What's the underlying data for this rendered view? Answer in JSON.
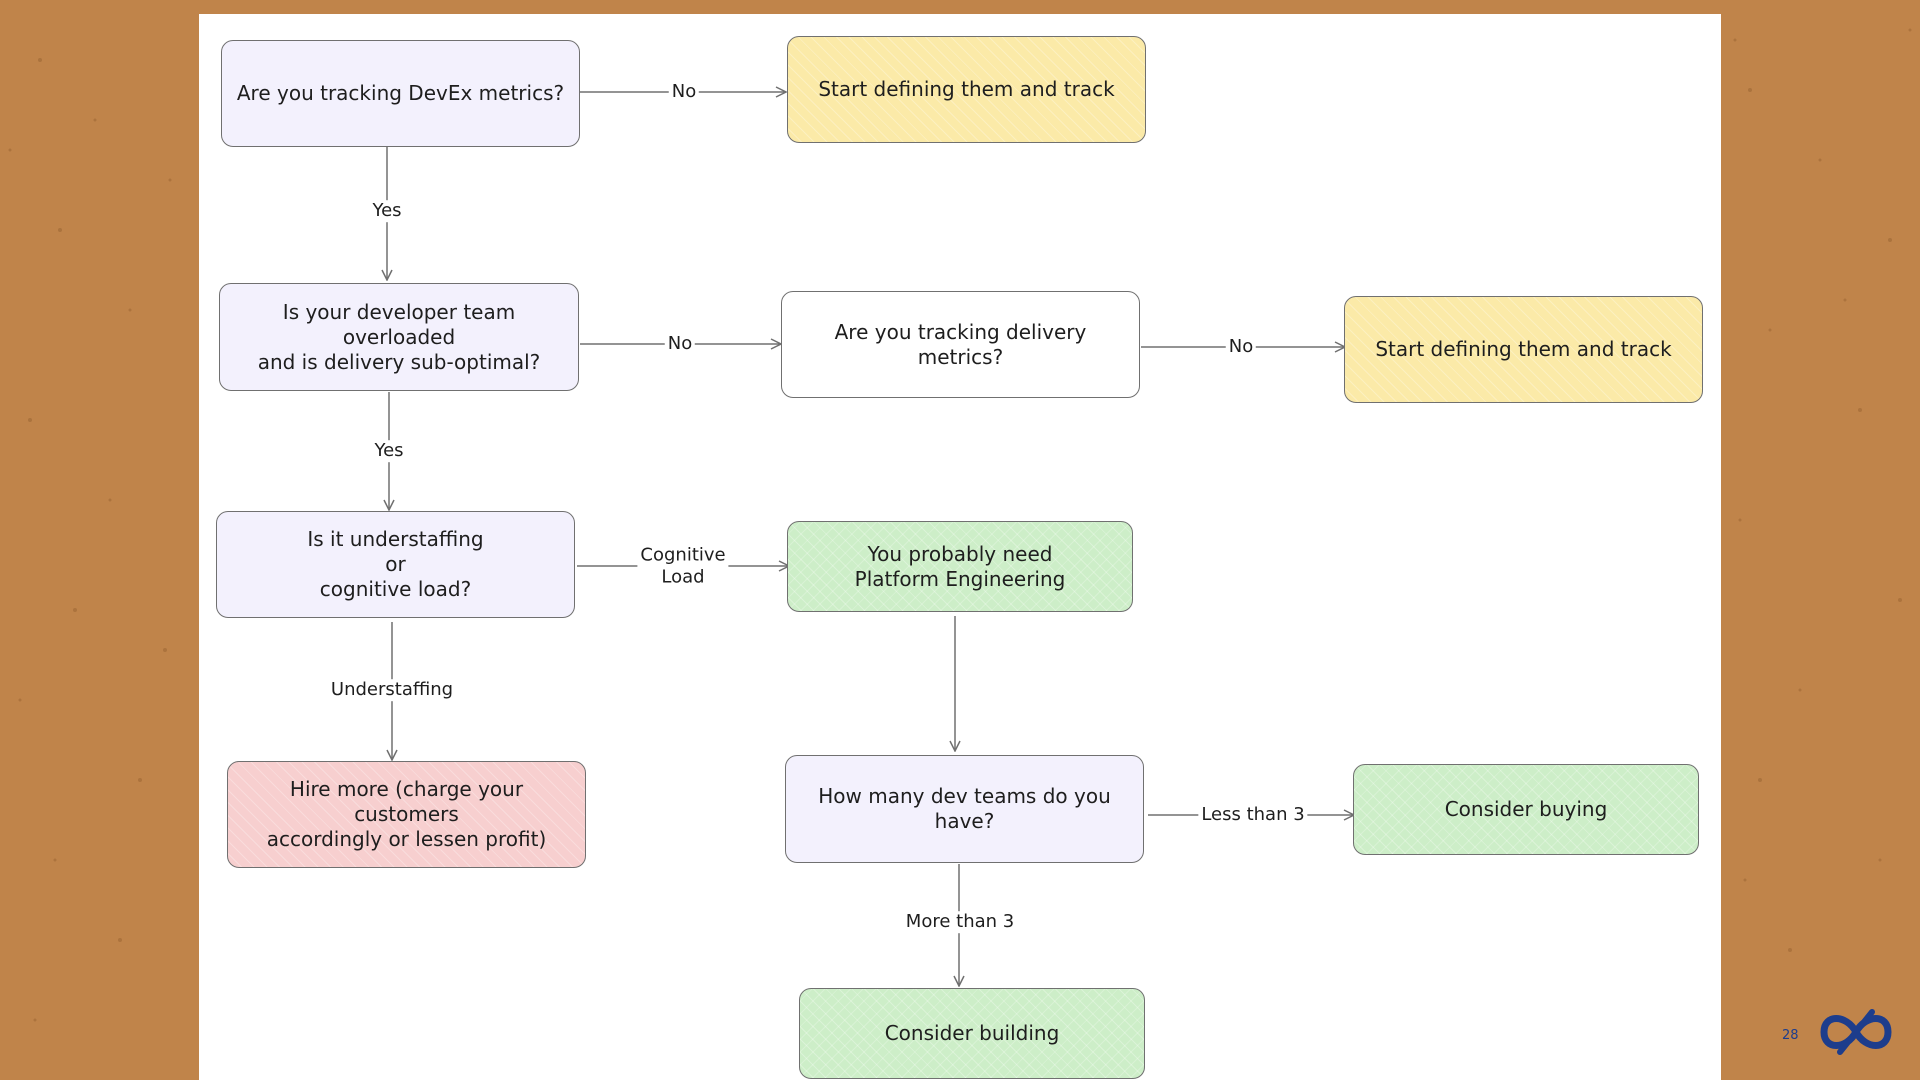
{
  "nodes": {
    "devex_question": "Are you tracking DevEx metrics?",
    "start_tracking_devex": "Start defining them and track",
    "overloaded_question": "Is your developer team overloaded\nand is delivery sub-optimal?",
    "delivery_question": "Are you tracking delivery metrics?",
    "start_tracking_delivery": "Start defining them and track",
    "understaffing_question": "Is it understaffing\nor\ncognitive load?",
    "platform_engineering": "You probably need\nPlatform Engineering",
    "hire_more": "Hire more (charge your customers\naccordingly or lessen profit)",
    "dev_teams_question": "How many dev teams do you have?",
    "consider_buying": "Consider buying",
    "consider_building": "Consider building"
  },
  "edge_labels": {
    "devex_no": "No",
    "devex_yes": "Yes",
    "overloaded_no": "No",
    "delivery_no": "No",
    "overloaded_yes": "Yes",
    "cognitive_load": "Cognitive\nLoad",
    "understaffing": "Understaffing",
    "less_than_3": "Less than 3",
    "more_than_3": "More than 3"
  },
  "footer": {
    "page_number": "28",
    "logo_icon": "infinity-loop-logo-icon"
  },
  "colors": {
    "background": "#c0844a",
    "question_fill": "#f3f1fd",
    "action_fill": "#fbeaa8",
    "positive_fill": "#cdeec8",
    "warning_fill": "#f7cfcf",
    "logo": "#1d3d8c"
  }
}
